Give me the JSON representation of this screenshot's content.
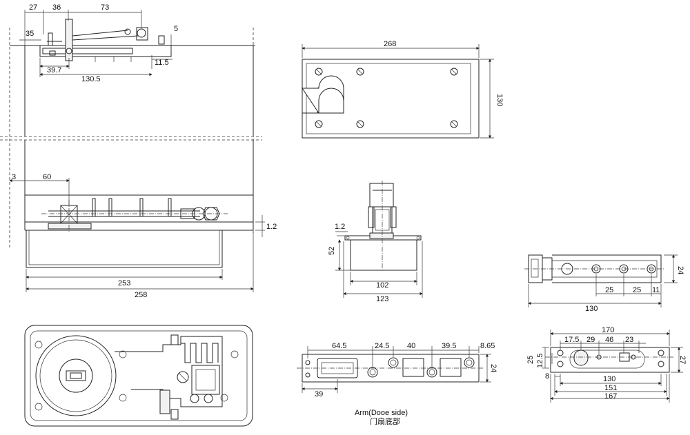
{
  "top_view": {
    "dims": [
      "27",
      "36",
      "73",
      "35",
      "5",
      "39.7",
      "11.5",
      "130.5"
    ]
  },
  "side_view": {
    "dims": [
      "3",
      "60",
      "1.2",
      "253",
      "258"
    ]
  },
  "cover_plate": {
    "dims": [
      "268",
      "130"
    ]
  },
  "spindle_view": {
    "dims": [
      "1.2",
      "52",
      "102",
      "123"
    ]
  },
  "pivot_side": {
    "dims": [
      "24",
      "25",
      "25",
      "11",
      "130"
    ]
  },
  "arm_view": {
    "dims": [
      "64.5",
      "24.5",
      "40",
      "39.5",
      "8.65",
      "24",
      "39"
    ],
    "caption_en": "Arm(Dooe side)",
    "caption_cn": "门扇底部"
  },
  "top_pivot": {
    "dims": [
      "170",
      "17.5",
      "29",
      "46",
      "23",
      "25",
      "12.5",
      "27",
      "8",
      "130",
      "151",
      "167"
    ]
  }
}
